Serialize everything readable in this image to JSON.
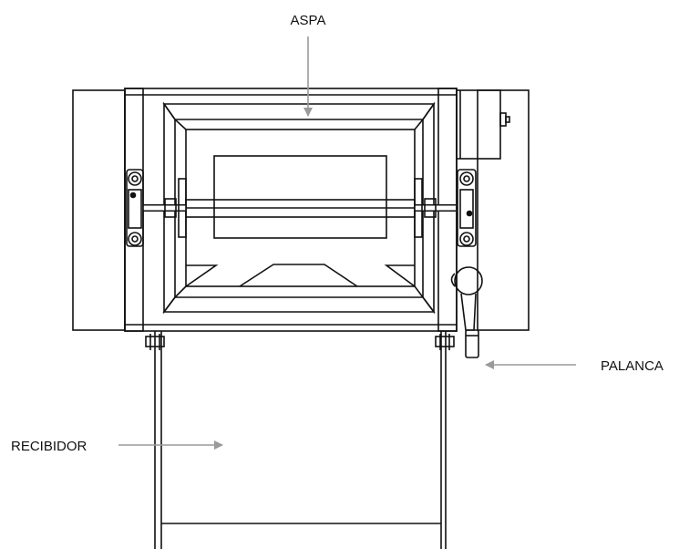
{
  "labels": {
    "aspa": "ASPA",
    "palanca": "PALANCA",
    "recibidor": "RECIBIDOR"
  },
  "colors": {
    "line": "#111111",
    "arrow": "#9a9a9a",
    "background": "#ffffff"
  }
}
